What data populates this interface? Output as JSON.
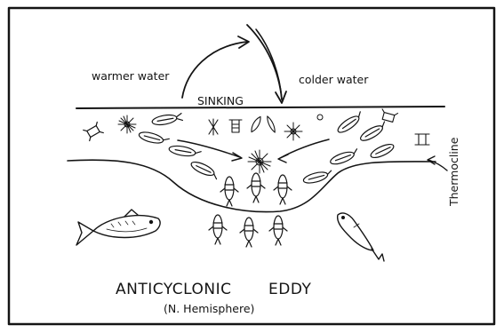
{
  "labels": {
    "warmer_water": "warmer water",
    "sinking": "SINKING",
    "colder_water": "colder water",
    "thermocline": "Thermocline",
    "title_part1": "ANTICYCLONIC",
    "title_part2": "EDDY",
    "subtitle": "(N. Hemisphere)"
  },
  "colors": {
    "ink": "#141414",
    "paper": "#ffffff",
    "border": "#1a1a1a"
  }
}
